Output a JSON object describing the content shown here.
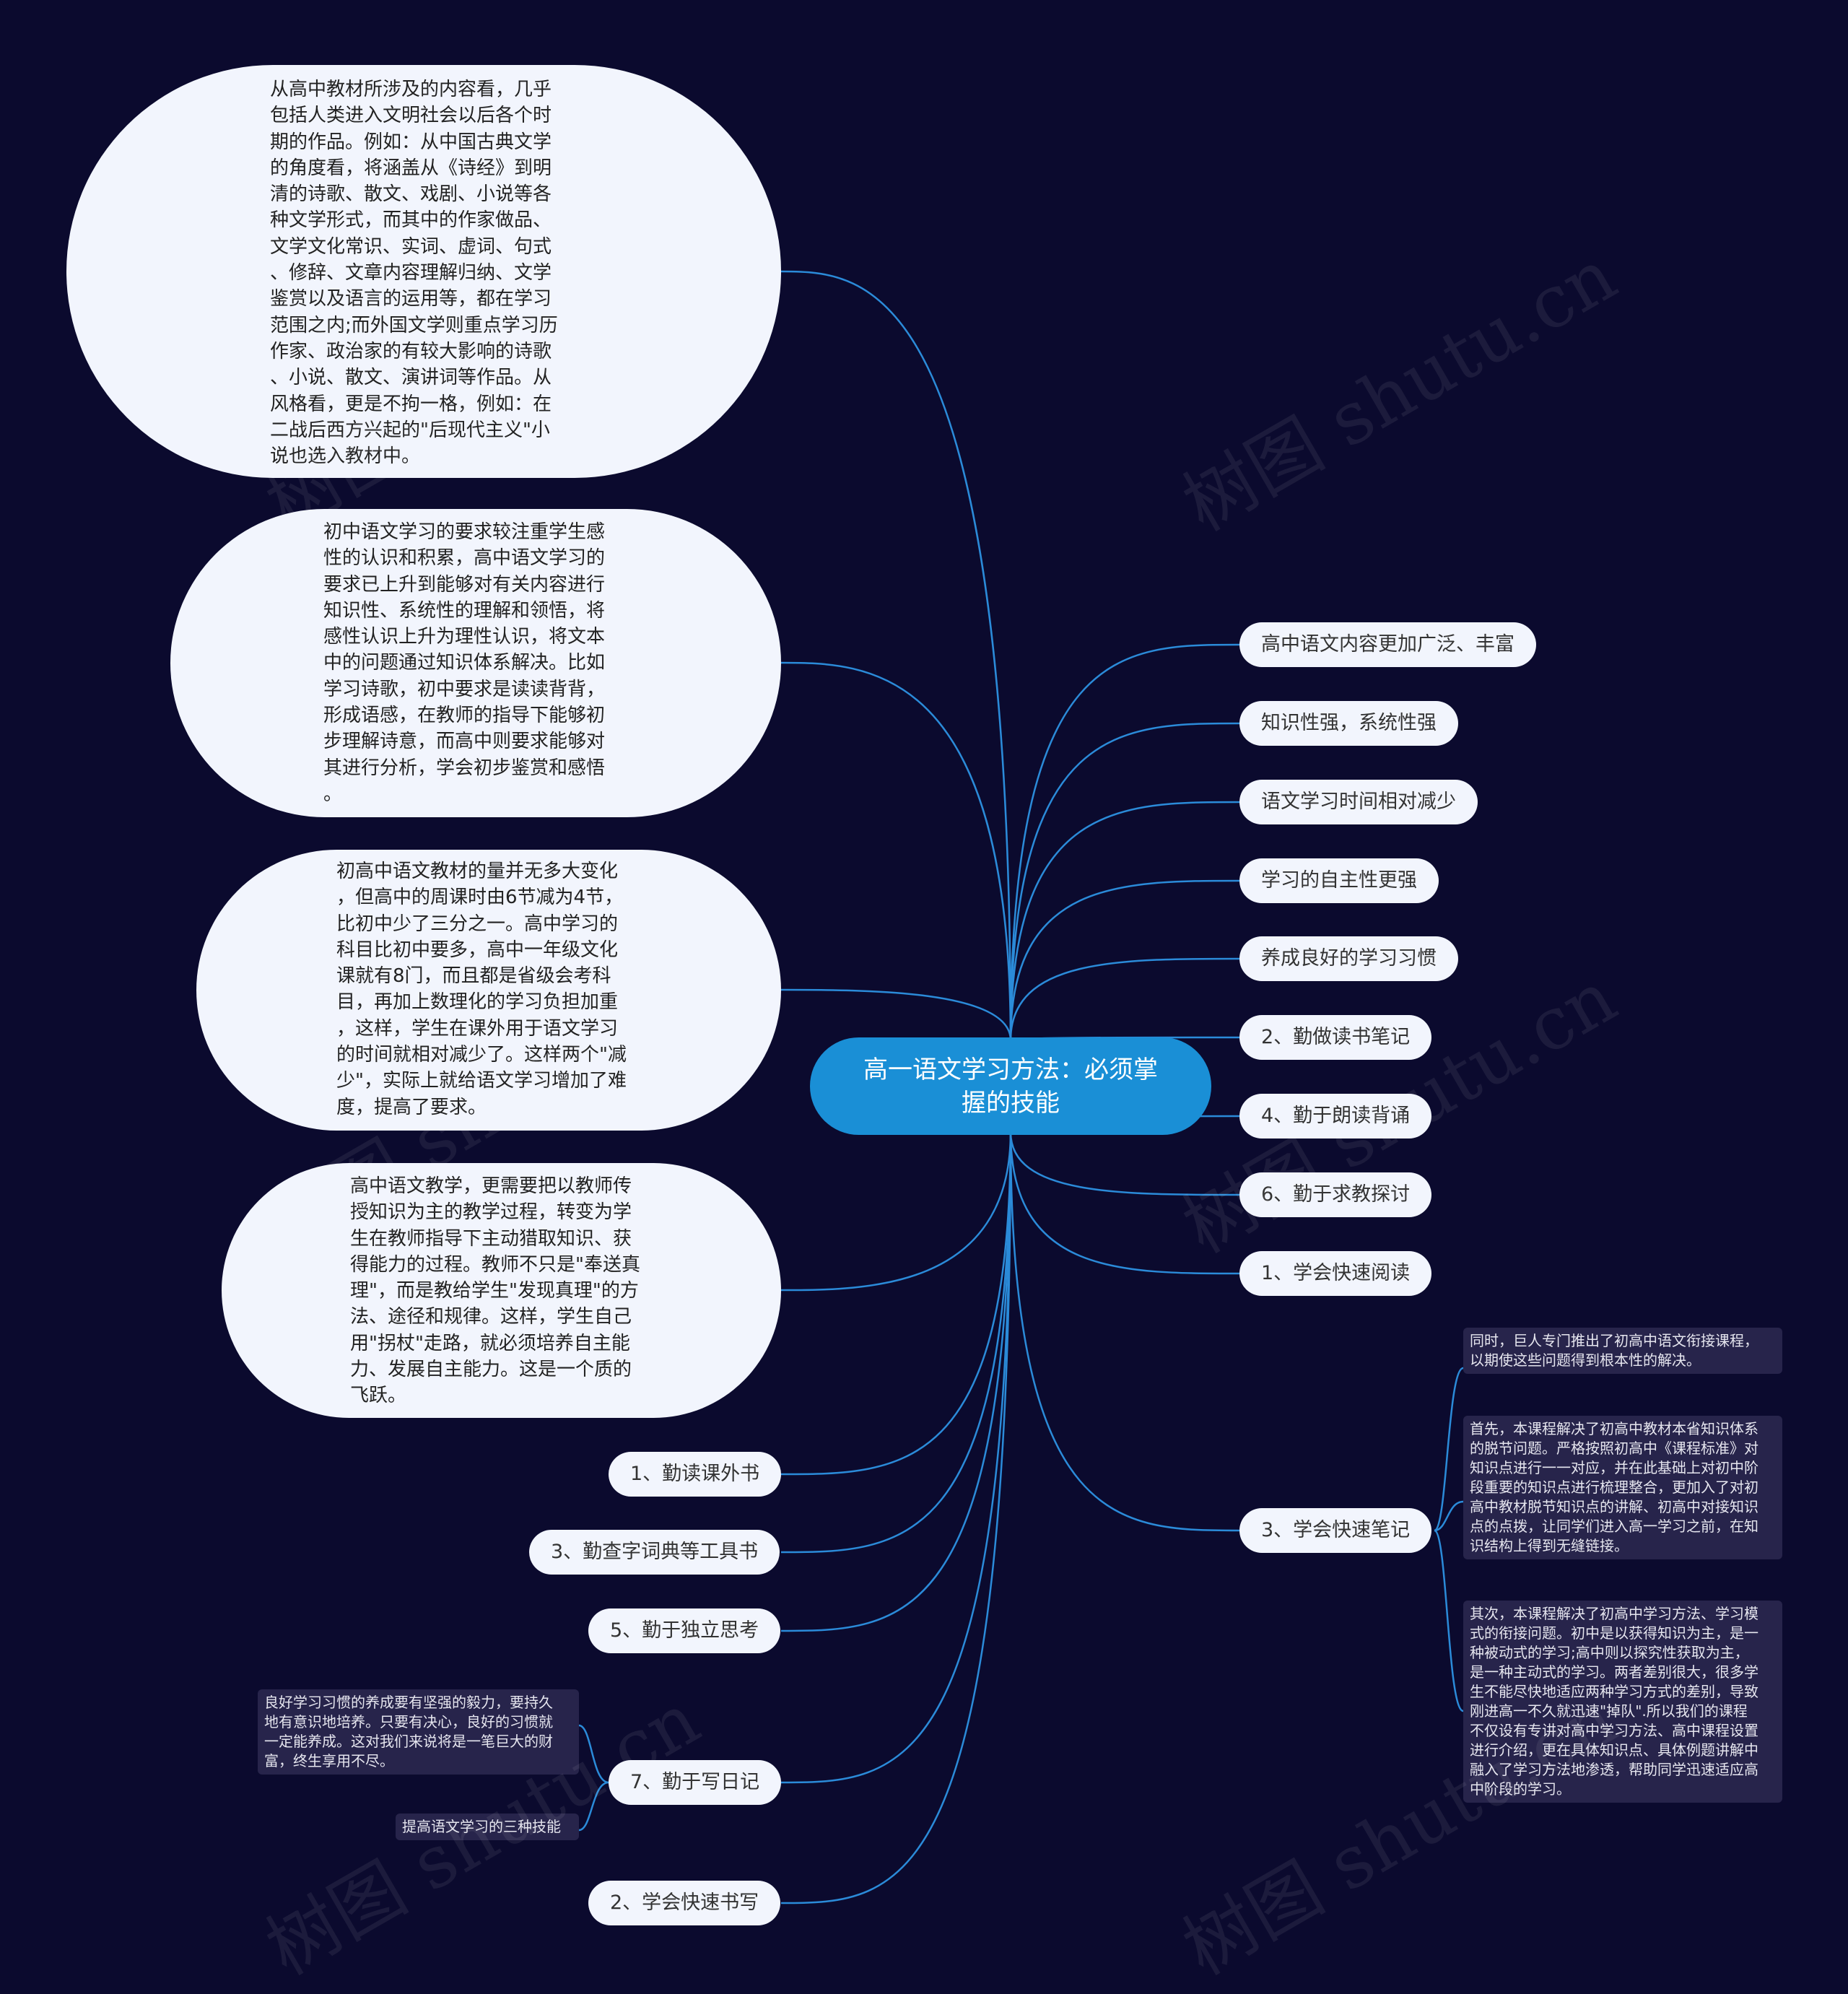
{
  "center": {
    "title": "高一语文学习方法：必须掌握的技能"
  },
  "right_branches": [
    "高中语文内容更加广泛、丰富",
    "知识性强，系统性强",
    "语文学习时间相对减少",
    "学习的自主性更强",
    "养成良好的学习习惯",
    "2、勤做读书笔记",
    "4、勤于朗读背诵",
    "6、勤于求教探讨",
    "1、学会快速阅读",
    "3、学会快速笔记"
  ],
  "left_branches": [
    "1、勤读课外书",
    "3、勤查字词典等工具书",
    "5、勤于独立思考",
    "7、勤于写日记",
    "2、学会快速书写"
  ],
  "bubbles": [
    "从高中教材所涉及的内容看，几乎\n包括人类进入文明社会以后各个时\n期的作品。例如：从中国古典文学\n的角度看，将涵盖从《诗经》到明\n清的诗歌、散文、戏剧、小说等各\n种文学形式，而其中的作家做品、\n文学文化常识、实词、虚词、句式\n、修辞、文章内容理解归纳、文学\n鉴赏以及语言的运用等，都在学习\n范围之内;而外国文学则重点学习历\n作家、政治家的有较大影响的诗歌\n、小说、散文、演讲词等作品。从\n风格看，更是不拘一格，例如：在\n二战后西方兴起的\"后现代主义\"小\n说也选入教材中。",
    "初中语文学习的要求较注重学生感\n性的认识和积累，高中语文学习的\n要求已上升到能够对有关内容进行\n知识性、系统性的理解和领悟，将\n感性认识上升为理性认识，将文本\n中的问题通过知识体系解决。比如\n学习诗歌，初中要求是读读背背，\n形成语感，在教师的指导下能够初\n步理解诗意，而高中则要求能够对\n其进行分析，学会初步鉴赏和感悟\n。",
    "初高中语文教材的量并无多大变化\n，但高中的周课时由6节减为4节，\n比初中少了三分之一。高中学习的\n科目比初中要多，高中一年级文化\n课就有8门，而且都是省级会考科\n目，再加上数理化的学习负担加重\n，这样，学生在课外用于语文学习\n的时间就相对减少了。这样两个\"减\n少\"，实际上就给语文学习增加了难\n度，提高了要求。",
    "高中语文教学，更需要把以教师传\n授知识为主的教学过程，转变为学\n生在教师指导下主动猎取知识、获\n得能力的过程。教师不只是\"奉送真\n理\"，而是教给学生\"发现真理\"的方\n法、途径和规律。这样，学生自己\n用\"拐杖\"走路，就必须培养自主能\n力、发展自主能力。这是一个质的\n飞跃。"
  ],
  "notes_right": [
    "同时，巨人专门推出了初高中语文衔接课程，\n以期使这些问题得到根本性的解决。",
    "首先，本课程解决了初高中教材本省知识体系\n的脱节问题。严格按照初高中《课程标准》对\n知识点进行一一对应，并在此基础上对初中阶\n段重要的知识点进行梳理整合，更加入了对初\n高中教材脱节知识点的讲解、初高中对接知识\n点的点拨，让同学们进入高一学习之前，在知\n识结构上得到无缝链接。",
    "其次，本课程解决了初高中学习方法、学习模\n式的衔接问题。初中是以获得知识为主，是一\n种被动式的学习;高中则以探究性获取为主，\n是一种主动式的学习。两者差别很大，很多学\n生不能尽快地适应两种学习方式的差别，导致\n刚进高一不久就迅速\"掉队\".所以我们的课程\n不仅设有专讲对高中学习方法、高中课程设置\n进行介绍，更在具体知识点、具体例题讲解中\n融入了学习方法地渗透，帮助同学迅速适应高\n中阶段的学习。"
  ],
  "notes_left": [
    "良好学习习惯的养成要有坚强的毅力，要持久\n地有意识地培养。只要有决心，良好的习惯就\n一定能养成。这对我们来说将是一笔巨大的财\n富，终生享用不尽。",
    "提高语文学习的三种技能"
  ],
  "colors": {
    "background": "#0b0a2e",
    "center": "#1a8fd6",
    "line": "#2b8bd9",
    "node": "#f2f5fd",
    "note": "#27244b"
  }
}
